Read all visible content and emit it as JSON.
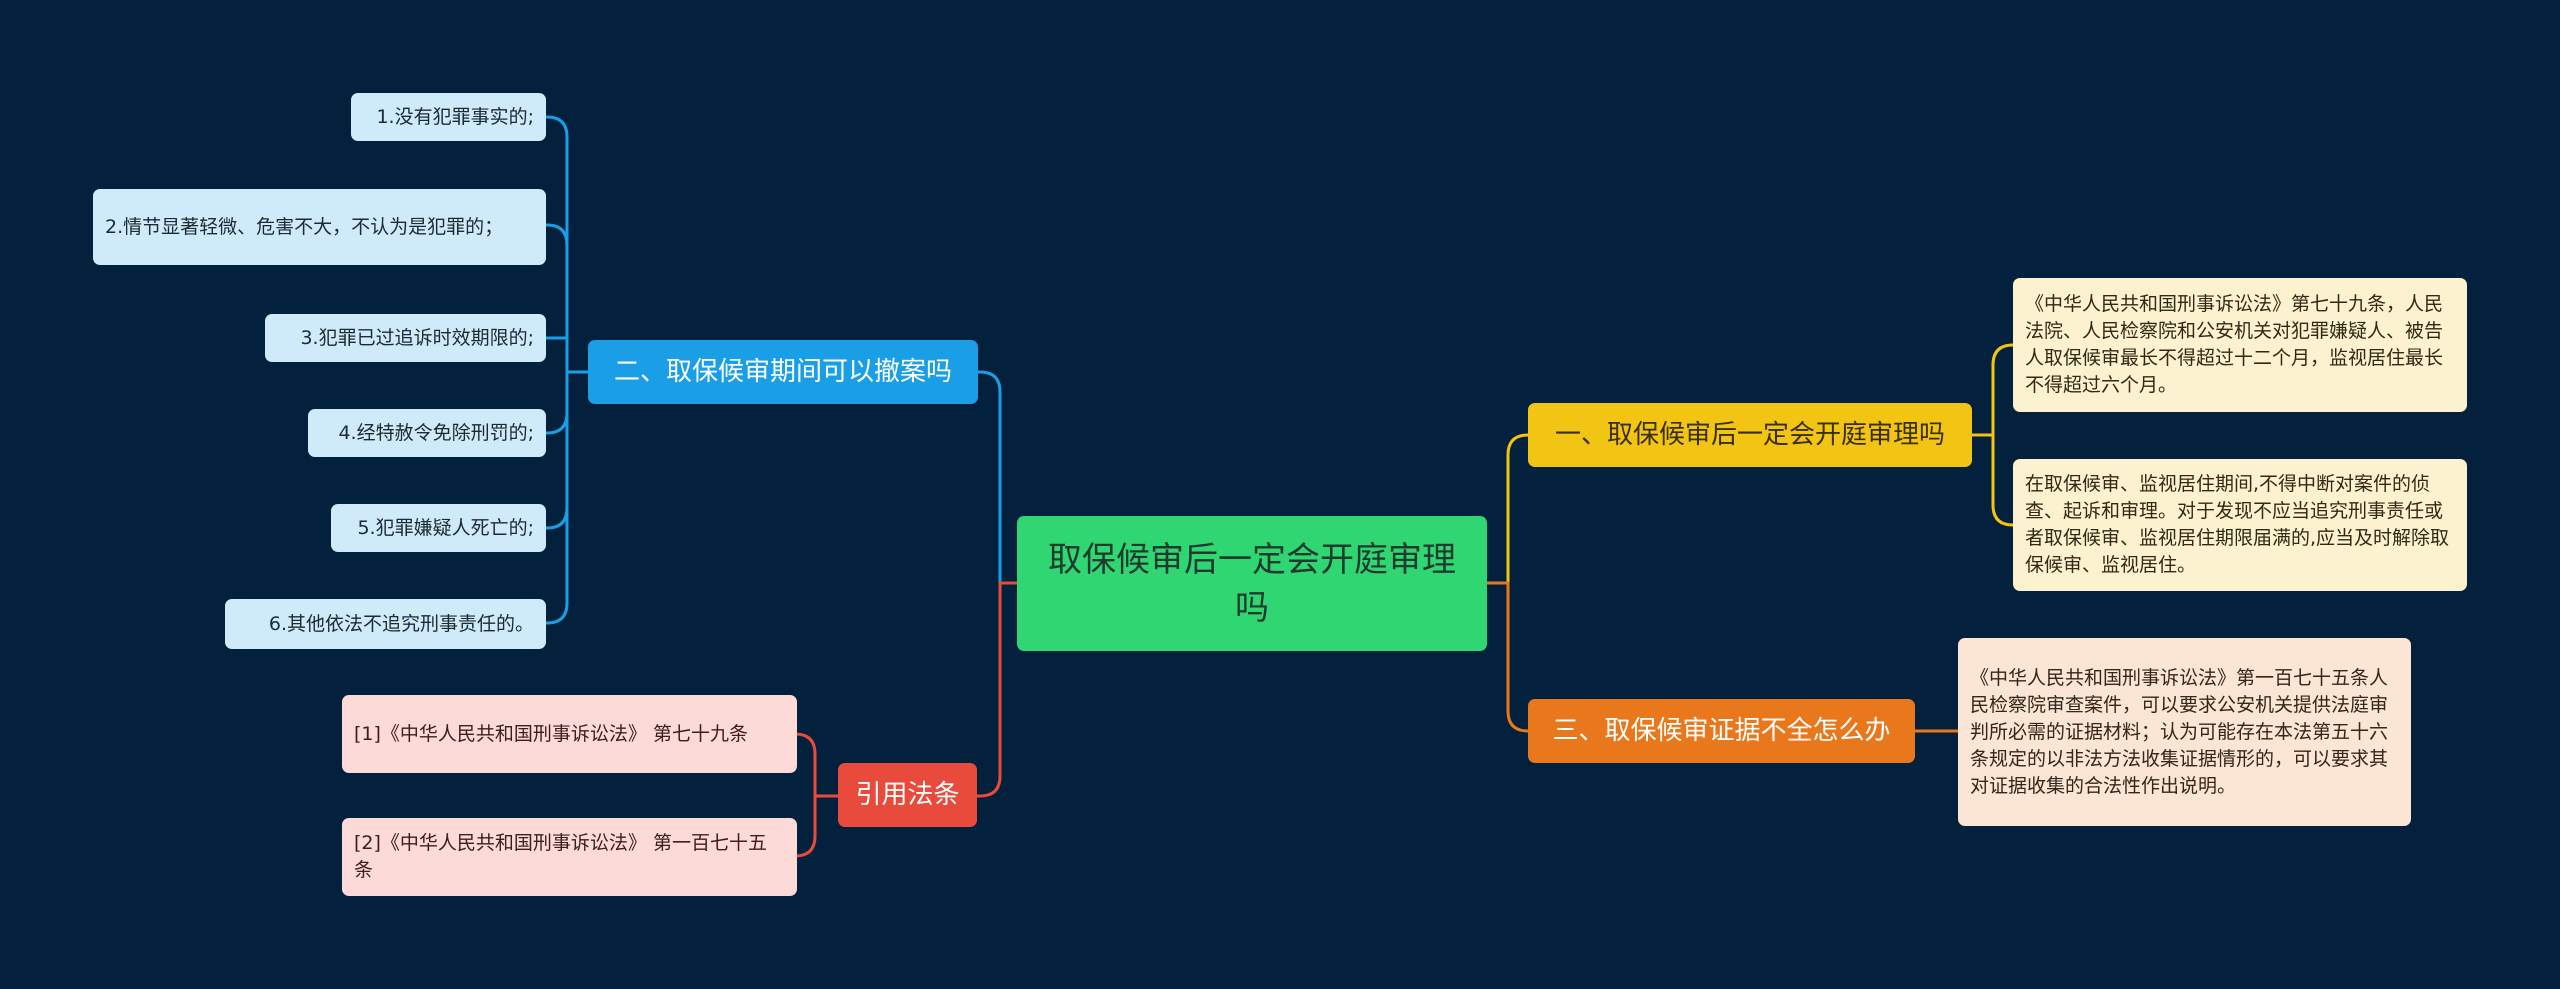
{
  "root": {
    "label": "取保候审后一定会开庭审理吗"
  },
  "branches": {
    "withdraw": {
      "label": "二、取保候审期间可以撤案吗",
      "items": [
        "1.没有犯罪事实的;",
        "2.情节显著轻微、危害不大，不认为是犯罪的；",
        "3.犯罪已过追诉时效期限的;",
        "4.经特赦令免除刑罚的;",
        "5.犯罪嫌疑人死亡的;",
        "6.其他依法不追究刑事责任的。"
      ]
    },
    "law": {
      "label": "引用法条",
      "items": [
        "[1]《中华人民共和国刑事诉讼法》 第七十九条",
        "[2]《中华人民共和国刑事诉讼法》 第一百七十五条"
      ]
    },
    "trial": {
      "label": "一、取保候审后一定会开庭审理吗",
      "items": [
        "《中华人民共和国刑事诉讼法》第七十九条，人民法院、人民检察院和公安机关对犯罪嫌疑人、被告人取保候审最长不得超过十二个月，监视居住最长不得超过六个月。",
        "在取保候审、监视居住期间,不得中断对案件的侦查、起诉和审理。对于发现不应当追究刑事责任或者取保候审、监视居住期限届满的,应当及时解除取保候审、监视居住。"
      ]
    },
    "evidence": {
      "label": "三、取保候审证据不全怎么办",
      "items": [
        "《中华人民共和国刑事诉讼法》第一百七十五条人民检察院审查案件，可以要求公安机关提供法庭审判所必需的证据材料；认为可能存在本法第五十六条规定的以非法方法收集证据情形的，可以要求其对证据收集的合法性作出说明。"
      ]
    }
  },
  "colors": {
    "background": "#03213d",
    "root": "#2fd672",
    "blue": "#1a9ee6",
    "yellow": "#f2c414",
    "orange": "#e9781c",
    "red": "#e84b3c"
  }
}
